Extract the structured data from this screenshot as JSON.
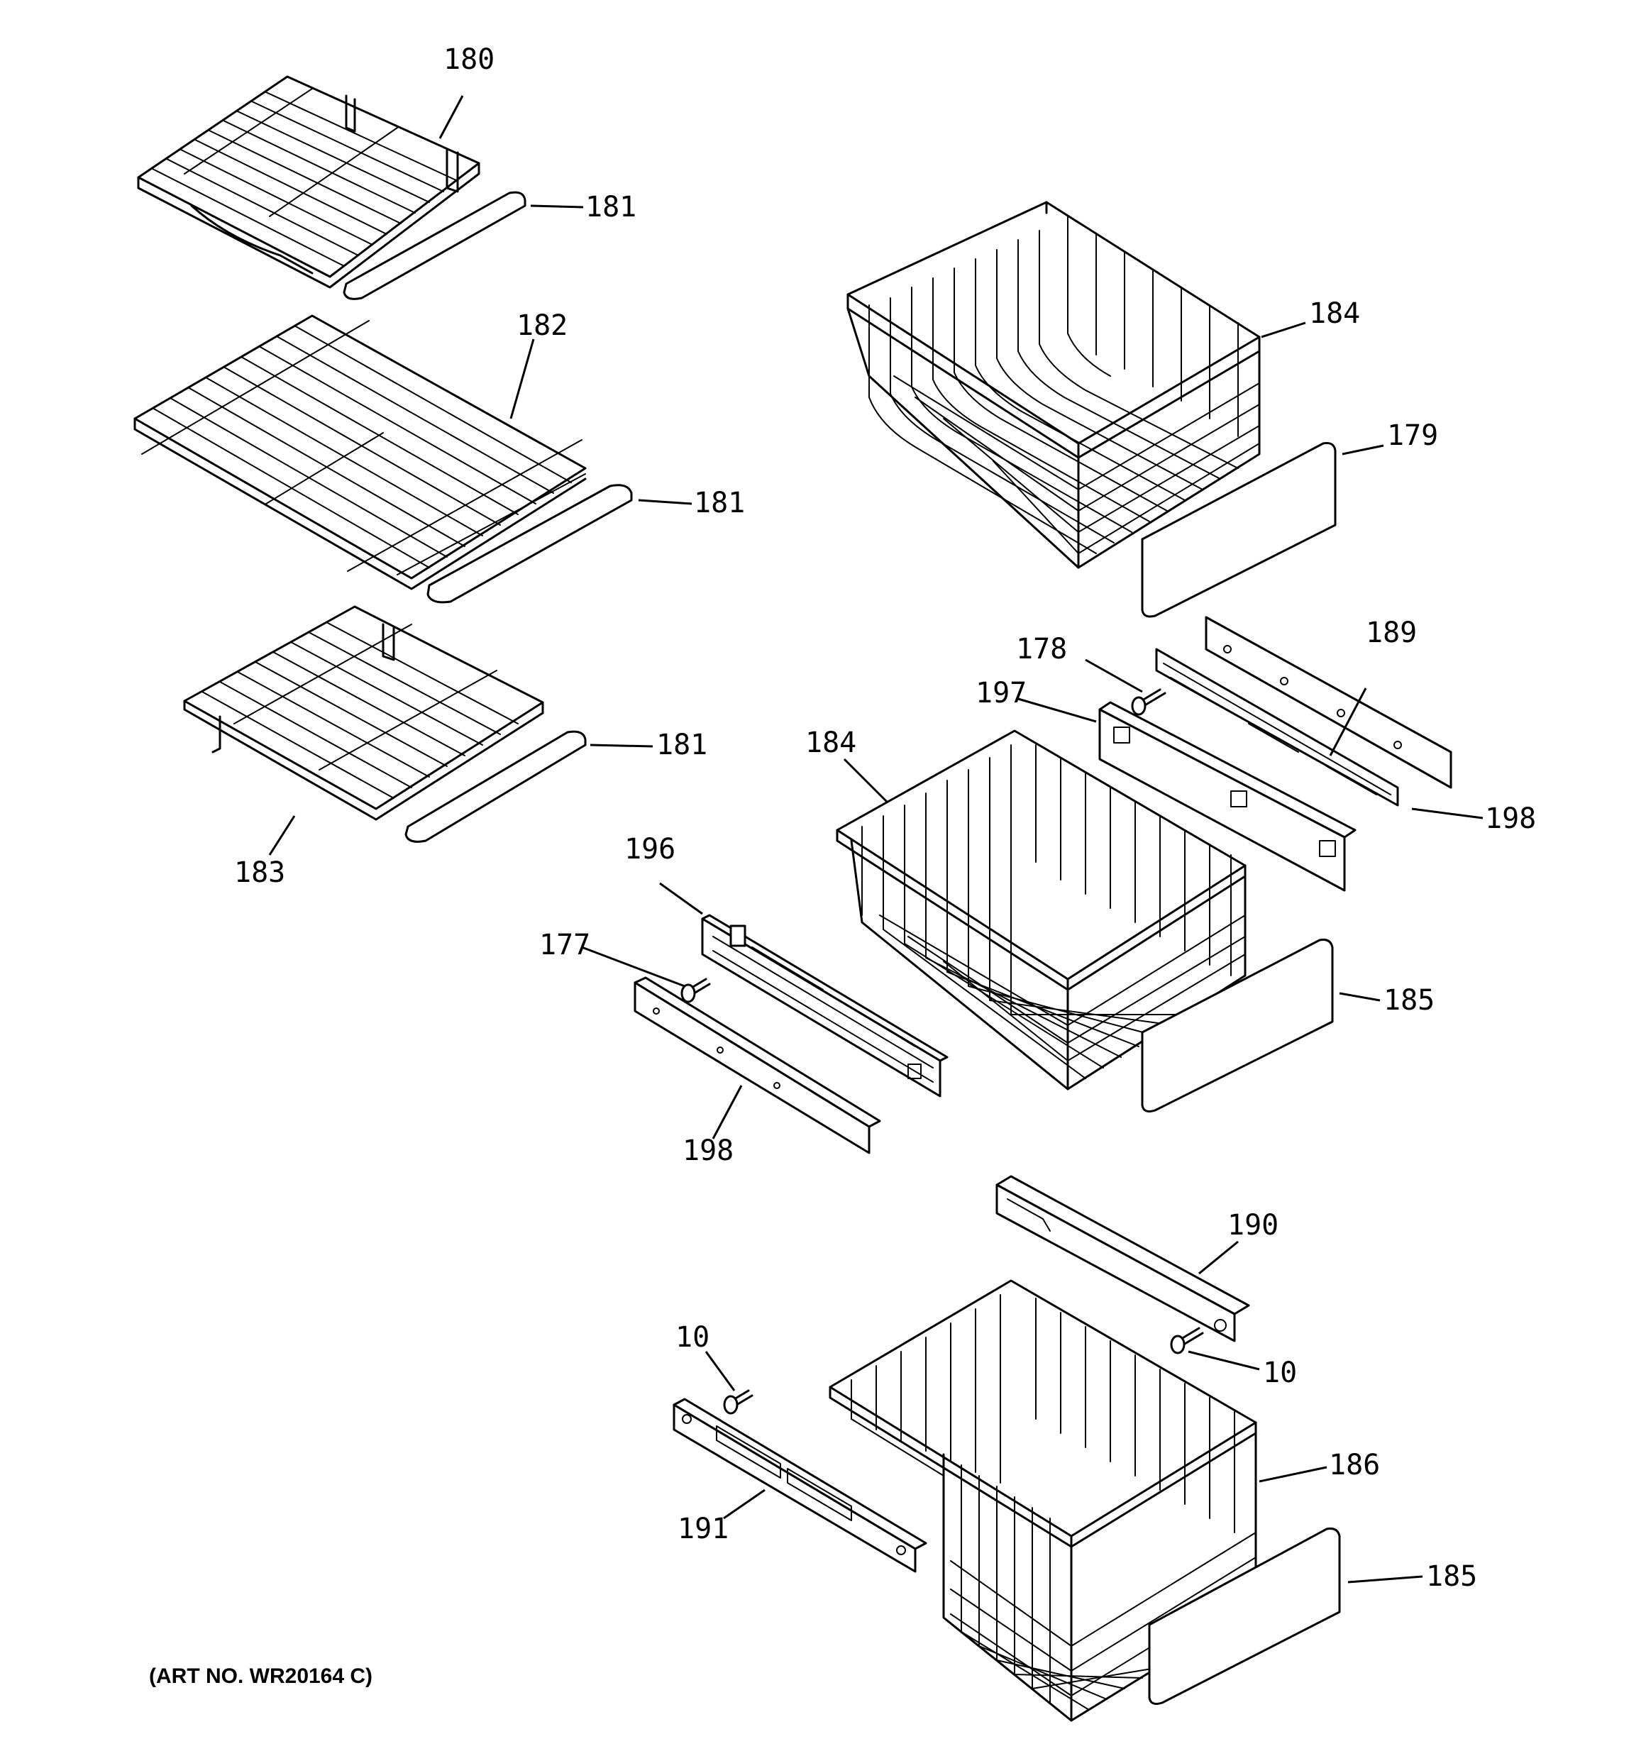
{
  "callouts": {
    "c180": "180",
    "c181a": "181",
    "c182": "182",
    "c181b": "181",
    "c183": "183",
    "c181c": "181",
    "c184a": "184",
    "c179": "179",
    "c178": "178",
    "c189": "189",
    "c197": "197",
    "c184b": "184",
    "c198a": "198",
    "c196": "196",
    "c177": "177",
    "c185a": "185",
    "c198b": "198",
    "c190": "190",
    "c10a": "10",
    "c10b": "10",
    "c186": "186",
    "c191": "191",
    "c185b": "185"
  },
  "art_number": "(ART NO. WR20164 C)"
}
